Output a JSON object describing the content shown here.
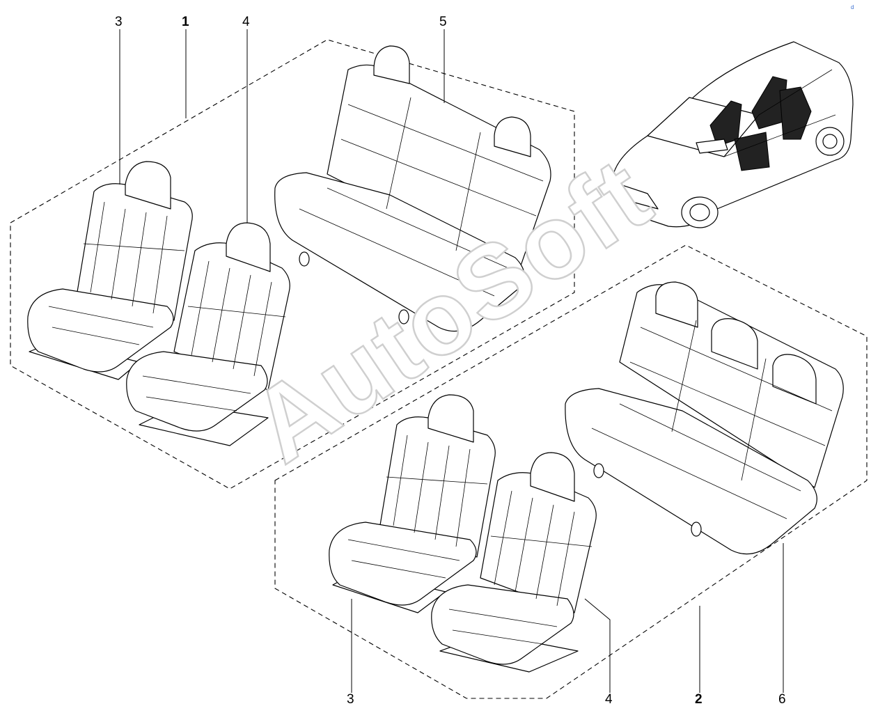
{
  "watermark": "AutoSoft",
  "corner_mark": "d",
  "callouts": [
    {
      "id": "c-3a",
      "text": "3",
      "bold": false
    },
    {
      "id": "c-1",
      "text": "1",
      "bold": true
    },
    {
      "id": "c-4a",
      "text": "4",
      "bold": false
    },
    {
      "id": "c-5",
      "text": "5",
      "bold": false
    },
    {
      "id": "c-3b",
      "text": "3",
      "bold": false
    },
    {
      "id": "c-4b",
      "text": "4",
      "bold": false
    },
    {
      "id": "c-2",
      "text": "2",
      "bold": true
    },
    {
      "id": "c-6",
      "text": "6",
      "bold": false
    }
  ]
}
